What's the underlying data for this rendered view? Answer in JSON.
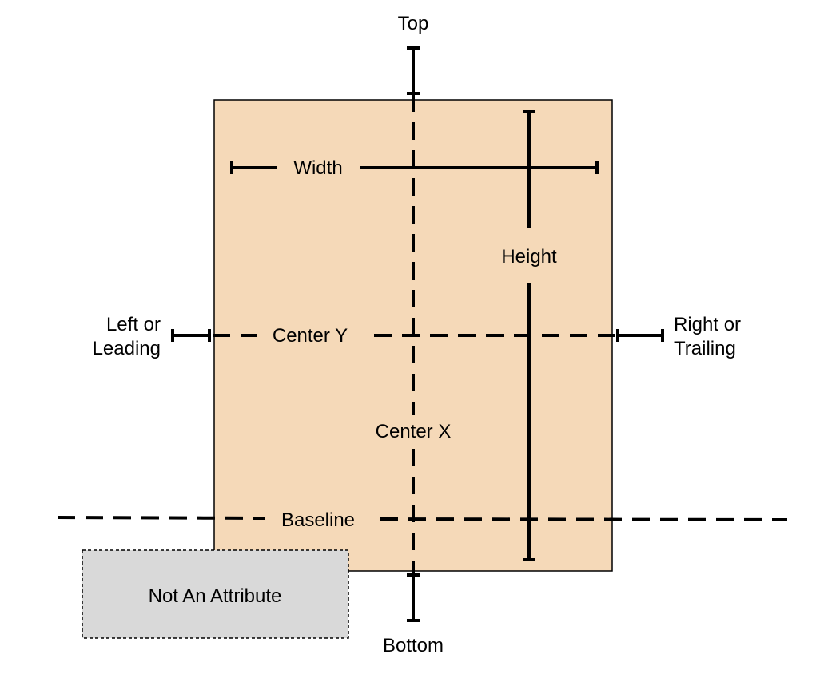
{
  "labels": {
    "top": "Top",
    "bottom": "Bottom",
    "width": "Width",
    "height": "Height",
    "left_line1": "Left or",
    "left_line2": "Leading",
    "right_line1": "Right or",
    "right_line2": "Trailing",
    "center_y": "Center Y",
    "center_x": "Center X",
    "baseline": "Baseline",
    "not_attribute": "Not An Attribute"
  },
  "colors": {
    "view_fill": "#f5d9b8",
    "not_attribute_fill": "#d9d9d9",
    "line": "#000000"
  }
}
